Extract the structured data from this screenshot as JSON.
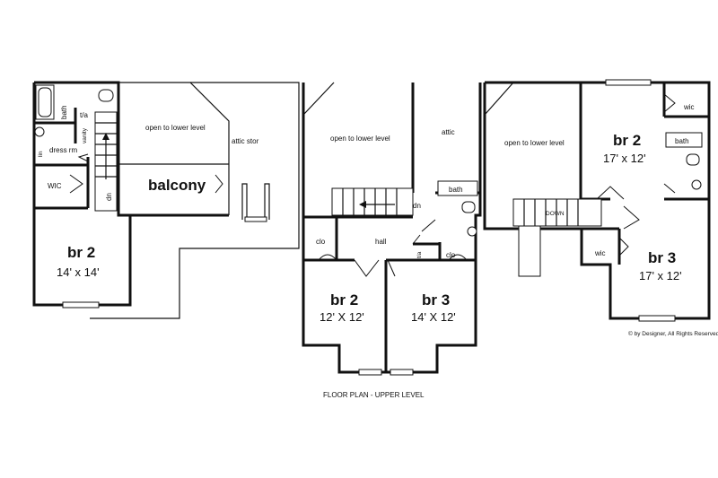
{
  "plan1": {
    "bath": "bath",
    "ta": "t/a",
    "vanity": "vanity",
    "lin": "lin",
    "dress": "dress rm",
    "wic": "WIC",
    "dn": "dn",
    "open": "open to lower level",
    "attic": "attic stor",
    "balcony": "balcony",
    "br_name": "br 2",
    "br_dim": "14' x 14'"
  },
  "plan2": {
    "open": "open to lower level",
    "attic": "attic",
    "bath": "bath",
    "dn": "dn",
    "clo_left": "clo",
    "hall": "hall",
    "ta": "t/a",
    "clo_right": "clo",
    "br2_name": "br 2",
    "br2_dim": "12' X 12'",
    "br3_name": "br 3",
    "br3_dim": "14' X 12'",
    "caption": "FLOOR PLAN - UPPER LEVEL"
  },
  "plan3": {
    "open": "open to lower level",
    "down": "DOWN",
    "br2_name": "br 2",
    "br2_dim": "17' x 12'",
    "wic_top": "wic",
    "bath": "bath",
    "wic_bottom": "wic",
    "br3_name": "br 3",
    "br3_dim": "17' x 12'",
    "copyright": "© by Designer, All Rights Reserved"
  }
}
